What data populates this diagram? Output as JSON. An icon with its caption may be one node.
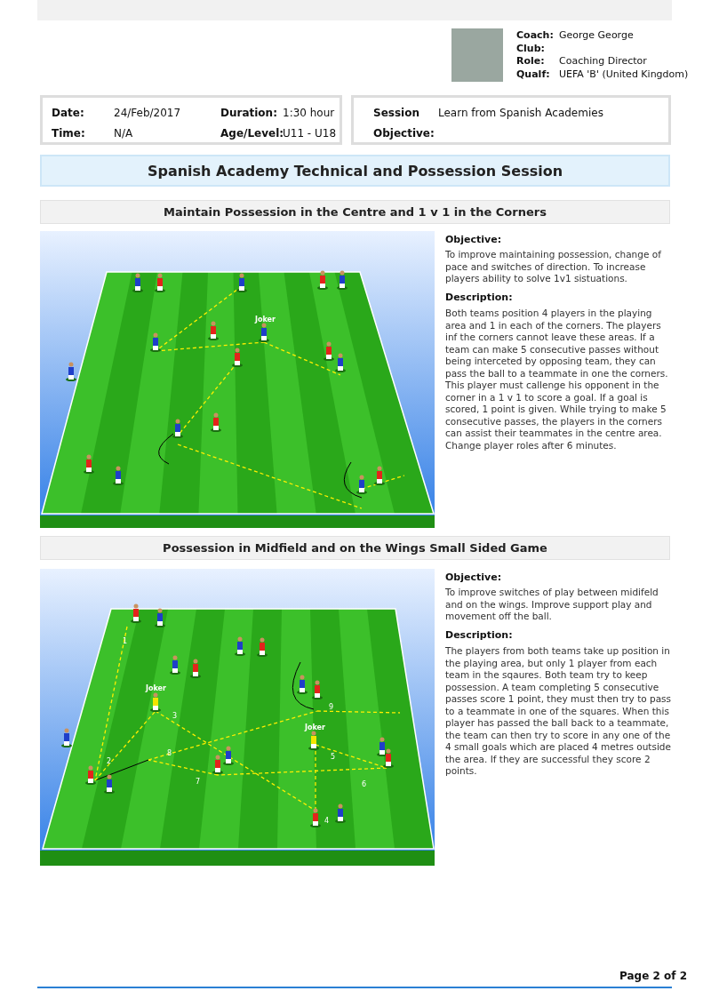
{
  "diagram": {
    "title": "Spanish Academy Technical and Possession Session",
    "nodes": [
      {
        "text": [
          "Date:",
          "24/Feb/2017",
          "Duration:",
          "1:30 hour",
          "Time:",
          "N/A",
          "Age/Level:",
          "U11 - U18"
        ]
      },
      {
        "text": [
          "Session",
          "Learn from Spanish Academies",
          "Objective:"
        ]
      },
      {
        "text": [
          "Maintain Possession in the Centre and 1 v 1 in the Corners"
        ]
      },
      {
        "text": [
          "Possession in Midfield and on the Wings Small Sided Game"
        ]
      }
    ],
    "labels": [
      "Coach:",
      "George George",
      "Club:",
      "Role:",
      "Coaching Director",
      "Qualf:",
      "UEFA 'B' (United Kingdom)",
      "Joker",
      "Objective:",
      "To improve maintaining possession, change of pace and switches of direction. To increase players ability to solve 1v1 sistuations.",
      "Description:",
      "Both teams position 4 players in the playing area and 1 in each of the corners. The players inf the corners cannot leave these areas. If a team can make 5 consecutive passes without being interceted by opposing team, they can pass the ball to a teammate in one the corners. This player must callenge his opponent in the corner in a 1 v 1 to score a goal. If a goal is scored, 1 point is given. While trying to make 5 consecutive passes, the players in the corners can assist their teammates in the centre area. Change player roles after 6 minutes.",
      "1",
      "Joker",
      "3",
      "9",
      "Joker",
      "8",
      "2",
      "5",
      "7",
      "6",
      "4",
      "Objective:",
      "To improve switches of play between midifeld and on the wings. Improve support play and movement off the ball.",
      "Description:",
      "The players from both teams take up position in the playing area, but only 1 player from each team in the sqaures. Both team try to keep possession. A team completing 5 consecutive passes score 1 point, they must then try to pass to a teammate in one of the squares. When this player has passed the ball back to a teammate, the team can then try to score in any one of the 4 small goals which are placed 4 metres outside the area. If they are successful they score 2 points.",
      "Page 2 of 2"
    ]
  }
}
